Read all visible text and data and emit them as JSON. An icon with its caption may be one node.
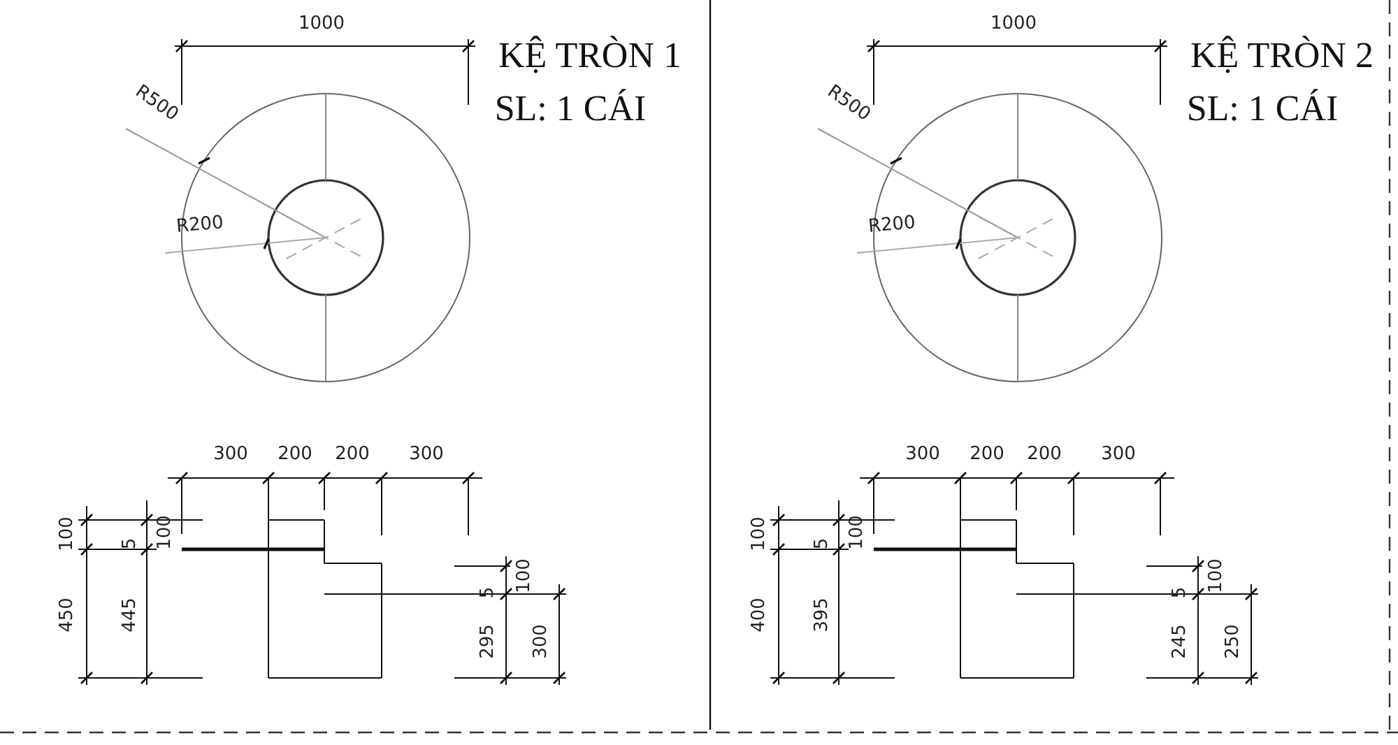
{
  "diagram": {
    "labels": [
      "1000",
      "KỆ TRÒN 1",
      "R500",
      "SL: 1 CÁI",
      "R200",
      "300",
      "200",
      "200",
      "300",
      "100",
      "100",
      "5",
      "450",
      "445",
      "5",
      "100",
      "295",
      "300",
      "1000",
      "KỆ TRÒN 2",
      "R500",
      "SL: 1 CÁI",
      "R200",
      "300",
      "200",
      "200",
      "300",
      "100",
      "100",
      "5",
      "400",
      "395",
      "5",
      "100",
      "245",
      "250"
    ]
  }
}
